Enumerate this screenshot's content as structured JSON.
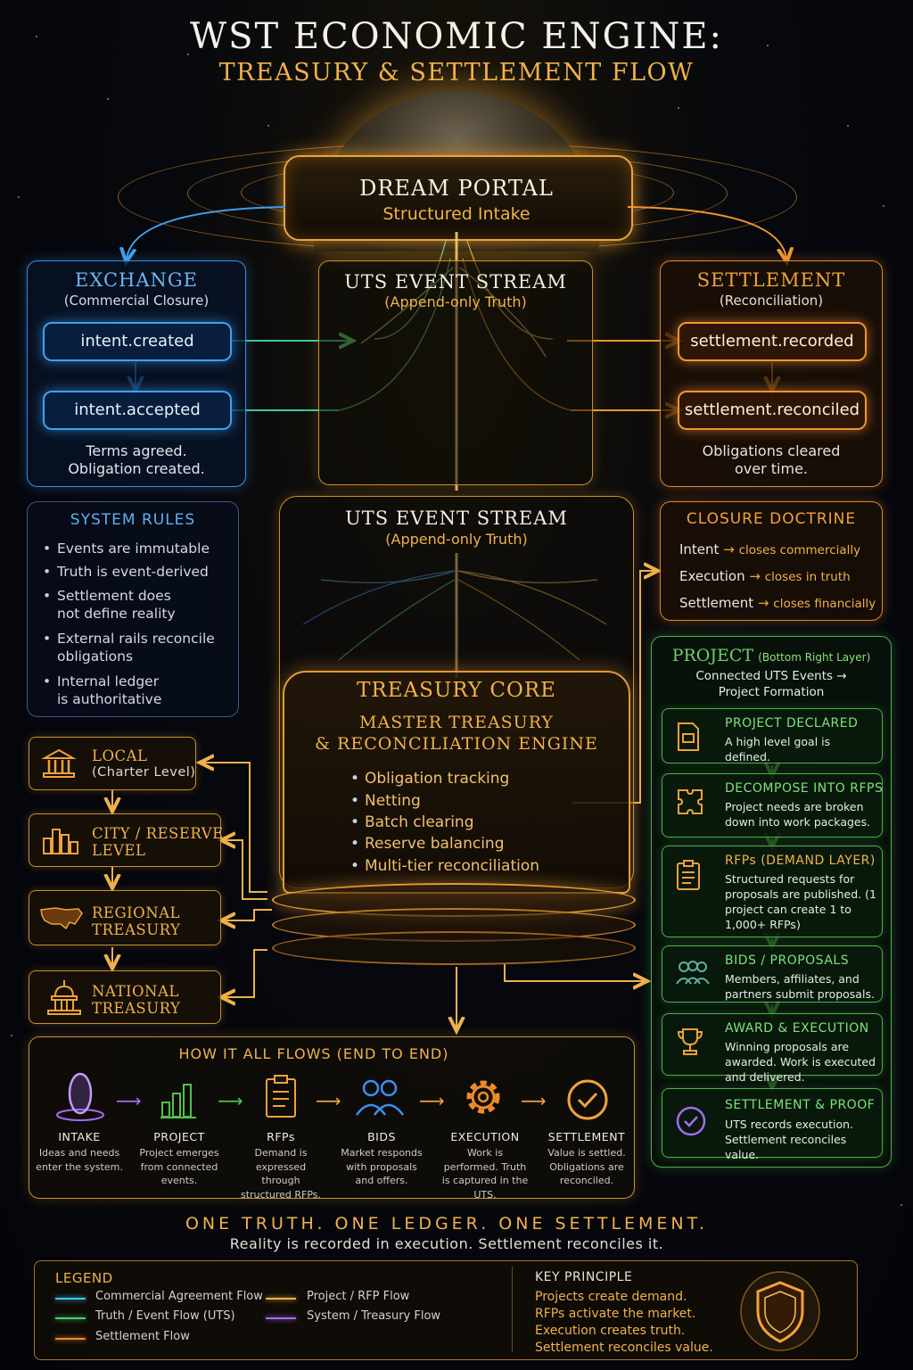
{
  "title": {
    "line1": "WST ECONOMIC ENGINE:",
    "line2": "TREASURY & SETTLEMENT FLOW"
  },
  "portal": {
    "title": "DREAM PORTAL",
    "subtitle": "Structured Intake"
  },
  "exchange": {
    "title": "EXCHANGE",
    "subtitle": "(Commercial Closure)",
    "event1": "intent.created",
    "event2": "intent.accepted",
    "note1": "Terms agreed.",
    "note2": "Obligation created."
  },
  "uts_top": {
    "title": "UTS EVENT STREAM",
    "subtitle": "(Append-only Truth)"
  },
  "settlement": {
    "title": "SETTLEMENT",
    "subtitle": "(Reconciliation)",
    "event1": "settlement.recorded",
    "event2": "settlement.reconciled",
    "note1": "Obligations cleared",
    "note2": "over time."
  },
  "system_rules": {
    "title": "SYSTEM RULES",
    "items": [
      "Events are immutable",
      "Truth is event-derived",
      "Settlement does not define reality",
      "External rails reconcile obligations",
      "Internal ledger is authoritative"
    ]
  },
  "uts_mid": {
    "title": "UTS EVENT STREAM",
    "subtitle": "(Append-only Truth)"
  },
  "closure": {
    "title": "CLOSURE DOCTRINE",
    "rows": [
      {
        "term": "Intent",
        "arrow": "→",
        "desc": "closes commercially"
      },
      {
        "term": "Execution",
        "arrow": "→",
        "desc": "closes in truth"
      },
      {
        "term": "Settlement",
        "arrow": "→",
        "desc": "closes financially"
      }
    ]
  },
  "treasury": {
    "title": "TREASURY CORE",
    "subtitle1": "MASTER TREASURY",
    "subtitle2": "& RECONCILIATION ENGINE",
    "items": [
      "Obligation tracking",
      "Netting",
      "Batch clearing",
      "Reserve balancing",
      "Multi-tier reconciliation"
    ]
  },
  "tiers": [
    {
      "line1": "LOCAL",
      "line2": "(Charter Level)",
      "icon": "courthouse-icon"
    },
    {
      "line1": "CITY / RESERVE",
      "line2": "LEVEL",
      "icon": "city-skyline-icon"
    },
    {
      "line1": "REGIONAL",
      "line2": "TREASURY",
      "icon": "us-map-icon"
    },
    {
      "line1": "NATIONAL",
      "line2": "TREASURY",
      "icon": "capitol-icon"
    }
  ],
  "project": {
    "title": "PROJECT",
    "title_note": "(Bottom Right Layer)",
    "subtitle1": "Connected UTS Events →",
    "subtitle2": "Project Formation",
    "cards": [
      {
        "title": "PROJECT DECLARED",
        "desc": "A high level goal is defined.",
        "icon": "document-icon"
      },
      {
        "title": "DECOMPOSE INTO RFPS",
        "desc": "Project needs are broken down into work packages.",
        "icon": "puzzle-icon"
      },
      {
        "title": "RFPs  (DEMAND LAYER)",
        "desc": "Structured requests for proposals are published. (1 project can create 1 to 1,000+ RFPs)",
        "icon": "clipboard-icon"
      },
      {
        "title": "BIDS / PROPOSALS",
        "desc": "Members, affiliates, and partners submit proposals.",
        "icon": "people-icon"
      },
      {
        "title": "AWARD & EXECUTION",
        "desc": "Winning proposals are awarded. Work is executed and delivered.",
        "icon": "trophy-icon"
      },
      {
        "title": "SETTLEMENT & PROOF",
        "desc": "UTS records execution. Settlement reconciles value.",
        "icon": "check-circle-icon"
      }
    ]
  },
  "flow": {
    "title": "HOW IT ALL FLOWS (END TO END)",
    "steps": [
      {
        "label": "INTAKE",
        "desc": "Ideas and needs enter the system.",
        "icon": "portal-icon",
        "color": "#a46cf0"
      },
      {
        "label": "PROJECT",
        "desc": "Project emerges from connected events.",
        "icon": "bar-chart-icon",
        "color": "#4fc24a"
      },
      {
        "label": "RFPs",
        "desc": "Demand is expressed through structured RFPs.",
        "icon": "clipboard-icon",
        "color": "#f0a23a"
      },
      {
        "label": "BIDS",
        "desc": "Market responds with proposals and offers.",
        "icon": "people-icon",
        "color": "#3e8ef0"
      },
      {
        "label": "EXECUTION",
        "desc": "Work is performed. Truth is captured in the UTS.",
        "icon": "gear-icon",
        "color": "#f08a2a"
      },
      {
        "label": "SETTLEMENT",
        "desc": "Value is settled. Obligations are reconciled.",
        "icon": "check-circle-icon",
        "color": "#f0a23a"
      }
    ]
  },
  "tagline": {
    "line1": "ONE TRUTH. ONE LEDGER. ONE SETTLEMENT.",
    "line2": "Reality is recorded in execution. Settlement reconciles it."
  },
  "legend": {
    "title": "LEGEND",
    "items": [
      {
        "label": "Commercial Agreement Flow",
        "color": "#3ec8f0"
      },
      {
        "label": "Truth / Event Flow (UTS)",
        "color": "#4fd06a"
      },
      {
        "label": "Settlement Flow",
        "color": "#f08a2a"
      },
      {
        "label": "Project / RFP Flow",
        "color": "#f0b24a"
      },
      {
        "label": "System / Treasury Flow",
        "color": "#a46cf0"
      }
    ]
  },
  "key_principle": {
    "title": "KEY PRINCIPLE",
    "lines": [
      "Projects create demand.",
      "RFPs activate the market.",
      "Execution creates truth.",
      "Settlement reconciles value."
    ],
    "icon": "shield-icon"
  }
}
